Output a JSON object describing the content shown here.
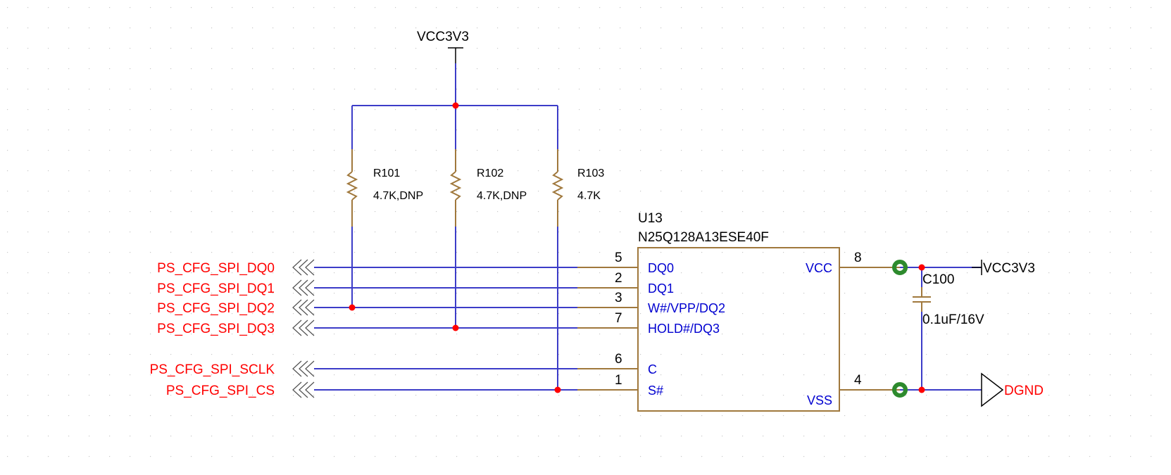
{
  "power": {
    "top_net": "VCC3V3",
    "right_net": "VCC3V3",
    "ground_net": "DGND"
  },
  "resistors": [
    {
      "ref": "R101",
      "value": "4.7K,DNP"
    },
    {
      "ref": "R102",
      "value": "4.7K,DNP"
    },
    {
      "ref": "R103",
      "value": "4.7K"
    }
  ],
  "ic": {
    "ref": "U13",
    "part": "N25Q128A13ESE40F",
    "pins": [
      {
        "num": "5",
        "name": "DQ0"
      },
      {
        "num": "2",
        "name": "DQ1"
      },
      {
        "num": "3",
        "name": "W#/VPP/DQ2"
      },
      {
        "num": "7",
        "name": "HOLD#/DQ3"
      },
      {
        "num": "6",
        "name": "C"
      },
      {
        "num": "1",
        "name": "S#"
      },
      {
        "num": "8",
        "name": "VCC"
      },
      {
        "num": "4",
        "name": "VSS"
      }
    ]
  },
  "capacitor": {
    "ref": "C100",
    "value": "0.1uF/16V"
  },
  "nets": [
    "PS_CFG_SPI_DQ0",
    "PS_CFG_SPI_DQ1",
    "PS_CFG_SPI_DQ2",
    "PS_CFG_SPI_DQ3",
    "PS_CFG_SPI_SCLK",
    "PS_CFG_SPI_CS"
  ]
}
